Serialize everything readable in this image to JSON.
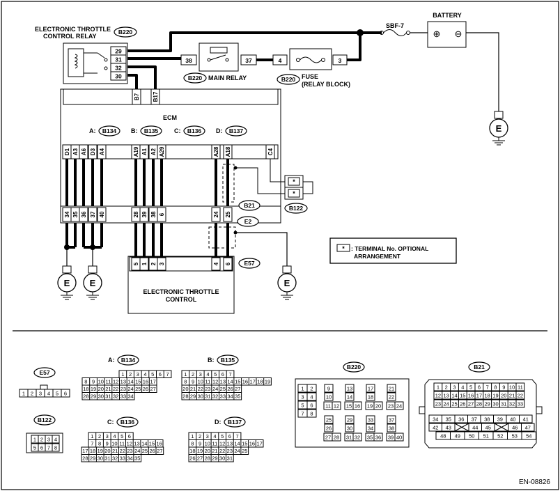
{
  "title_ecm": "ECM",
  "battery": {
    "label": "BATTERY",
    "plus": "⊕",
    "minus": "⊖"
  },
  "sbf": "SBF-7",
  "etc_relay": {
    "label_line1": "ELECTRONIC THROTTLE",
    "label_line2": "CONTROL RELAY",
    "connector": "B220",
    "pins": [
      "29",
      "31",
      "32",
      "30"
    ]
  },
  "main_relay": {
    "connector": "B220",
    "label": "MAIN RELAY",
    "pin_left": "38",
    "pin_right": "37"
  },
  "fuse": {
    "connector": "B220",
    "label_line1": "FUSE",
    "label_line2": "(RELAY BLOCK)",
    "pin_left": "4",
    "pin_right": "3"
  },
  "ecm": {
    "upper_pins": [
      "B7",
      "B17"
    ],
    "connectors": [
      {
        "letter": "A:",
        "code": "B134"
      },
      {
        "letter": "B:",
        "code": "B135"
      },
      {
        "letter": "C:",
        "code": "B136"
      },
      {
        "letter": "D:",
        "code": "B137"
      }
    ],
    "pins": [
      "D1",
      "A3",
      "A6",
      "D3",
      "A4",
      "A19",
      "A1",
      "A2",
      "A29",
      "A28",
      "A18",
      "C4"
    ]
  },
  "b21": {
    "code": "B21",
    "pins": [
      "34",
      "35",
      "36",
      "37",
      "40",
      "28",
      "39",
      "38",
      "6",
      "24",
      "25"
    ]
  },
  "e2": {
    "code": "E2"
  },
  "e57": {
    "code": "E57",
    "pins": [
      "5",
      "1",
      "2",
      "3",
      "4",
      "6"
    ]
  },
  "b122": {
    "code": "B122",
    "pin_marks": [
      "*",
      "*"
    ]
  },
  "etc": {
    "label_line1": "ELECTRONIC THROTTLE",
    "label_line2": "CONTROL"
  },
  "ground": "E",
  "legend": {
    "mark": "*",
    "line1": ": TERMINAL No. OPTIONAL",
    "line2": "ARRANGEMENT"
  },
  "connector_views": {
    "e57": {
      "code": "E57",
      "rows": [
        [
          "1",
          "2",
          "3",
          "4",
          "5",
          "6"
        ]
      ]
    },
    "b122": {
      "code": "B122",
      "rows": [
        [
          "1",
          "2",
          "3",
          "4"
        ],
        [
          "5",
          "6",
          "7",
          "8"
        ]
      ]
    },
    "b134": {
      "prefix": "A:",
      "code": "B134",
      "rows": [
        [
          "1",
          "2",
          "3",
          "4",
          "5",
          "6",
          "7"
        ],
        [
          "8",
          "9",
          "10",
          "11",
          "12",
          "13",
          "14",
          "15",
          "16",
          "17"
        ],
        [
          "18",
          "19",
          "20",
          "21",
          "22",
          "23",
          "24",
          "25",
          "26",
          "27"
        ],
        [
          "28",
          "29",
          "30",
          "31",
          "32",
          "33",
          "34"
        ]
      ]
    },
    "b135": {
      "prefix": "B:",
      "code": "B135",
      "rows": [
        [
          "1",
          "2",
          "3",
          "4",
          "5",
          "6",
          "7"
        ],
        [
          "8",
          "9",
          "10",
          "11",
          "12",
          "13",
          "14",
          "15",
          "16",
          "17",
          "18",
          "19"
        ],
        [
          "20",
          "21",
          "22",
          "23",
          "24",
          "25",
          "26",
          "27"
        ],
        [
          "28",
          "29",
          "30",
          "31",
          "32",
          "33",
          "34",
          "35"
        ]
      ]
    },
    "b136": {
      "prefix": "C:",
      "code": "B136",
      "rows": [
        [
          "1",
          "2",
          "3",
          "4",
          "5",
          "6"
        ],
        [
          "7",
          "8",
          "9",
          "10",
          "11",
          "12",
          "13",
          "14",
          "15",
          "16"
        ],
        [
          "17",
          "18",
          "19",
          "20",
          "21",
          "22",
          "23",
          "24",
          "25",
          "26",
          "27"
        ],
        [
          "28",
          "29",
          "30",
          "31",
          "32",
          "33",
          "34",
          "35"
        ]
      ]
    },
    "b137": {
      "prefix": "D:",
      "code": "B137",
      "rows": [
        [
          "1",
          "2",
          "3",
          "4",
          "5",
          "6",
          "7"
        ],
        [
          "8",
          "9",
          "10",
          "11",
          "12",
          "13",
          "14",
          "15",
          "16",
          "17"
        ],
        [
          "18",
          "19",
          "20",
          "21",
          "22",
          "23",
          "24",
          "25"
        ],
        [
          "26",
          "27",
          "28",
          "29",
          "30",
          "31"
        ]
      ]
    },
    "b220": {
      "code": "B220",
      "cells": [
        "1",
        "2",
        "3",
        "4",
        "5",
        "6",
        "7",
        "8",
        "9",
        "10",
        "11",
        "12",
        "13",
        "14",
        "15",
        "16",
        "17",
        "18",
        "19",
        "20",
        "21",
        "22",
        "23",
        "24",
        "25",
        "26",
        "27",
        "28",
        "29",
        "30",
        "31",
        "32",
        "33",
        "34",
        "35",
        "36",
        "37",
        "38",
        "39",
        "40"
      ]
    },
    "b21": {
      "code": "B21",
      "rows": [
        [
          "1",
          "2",
          "3",
          "4",
          "5",
          "6",
          "7",
          "8",
          "9",
          "10",
          "11"
        ],
        [
          "12",
          "13",
          "14",
          "15",
          "16",
          "17",
          "18",
          "19",
          "20",
          "21",
          "22"
        ],
        [
          "23",
          "24",
          "25",
          "26",
          "27",
          "28",
          "29",
          "30",
          "31",
          "32",
          "33"
        ],
        [
          "34",
          "35",
          "36",
          "37",
          "38",
          "39",
          "40",
          "41"
        ],
        [
          "42",
          "43",
          "44",
          "45",
          "46",
          "47"
        ],
        [
          "48",
          "49",
          "50",
          "51",
          "52",
          "53",
          "54"
        ]
      ]
    }
  },
  "figure_id": "EN-08826"
}
